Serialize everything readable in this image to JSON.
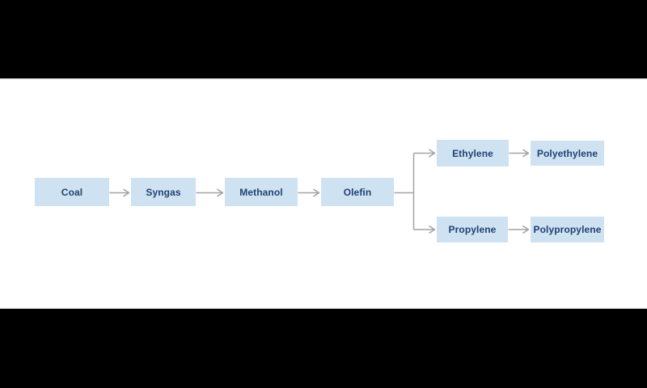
{
  "diagram": {
    "type": "flowchart",
    "nodes": [
      {
        "id": "coal",
        "label": "Coal"
      },
      {
        "id": "syngas",
        "label": "Syngas"
      },
      {
        "id": "methanol",
        "label": "Methanol"
      },
      {
        "id": "olefin",
        "label": "Olefin"
      },
      {
        "id": "ethylene",
        "label": "Ethylene"
      },
      {
        "id": "polyethylene",
        "label": "Polyethylene"
      },
      {
        "id": "propylene",
        "label": "Propylene"
      },
      {
        "id": "polypropylene",
        "label": "Polypropylene"
      }
    ],
    "edges": [
      {
        "from": "coal",
        "to": "syngas"
      },
      {
        "from": "syngas",
        "to": "methanol"
      },
      {
        "from": "methanol",
        "to": "olefin"
      },
      {
        "from": "olefin",
        "to": "ethylene"
      },
      {
        "from": "olefin",
        "to": "propylene"
      },
      {
        "from": "ethylene",
        "to": "polyethylene"
      },
      {
        "from": "propylene",
        "to": "polypropylene"
      }
    ]
  },
  "colors": {
    "node_fill": "#cfe2f2",
    "node_text": "#1f4172",
    "connector": "#a3a3a3",
    "canvas": "#ffffff",
    "letterbox": "#000000"
  }
}
